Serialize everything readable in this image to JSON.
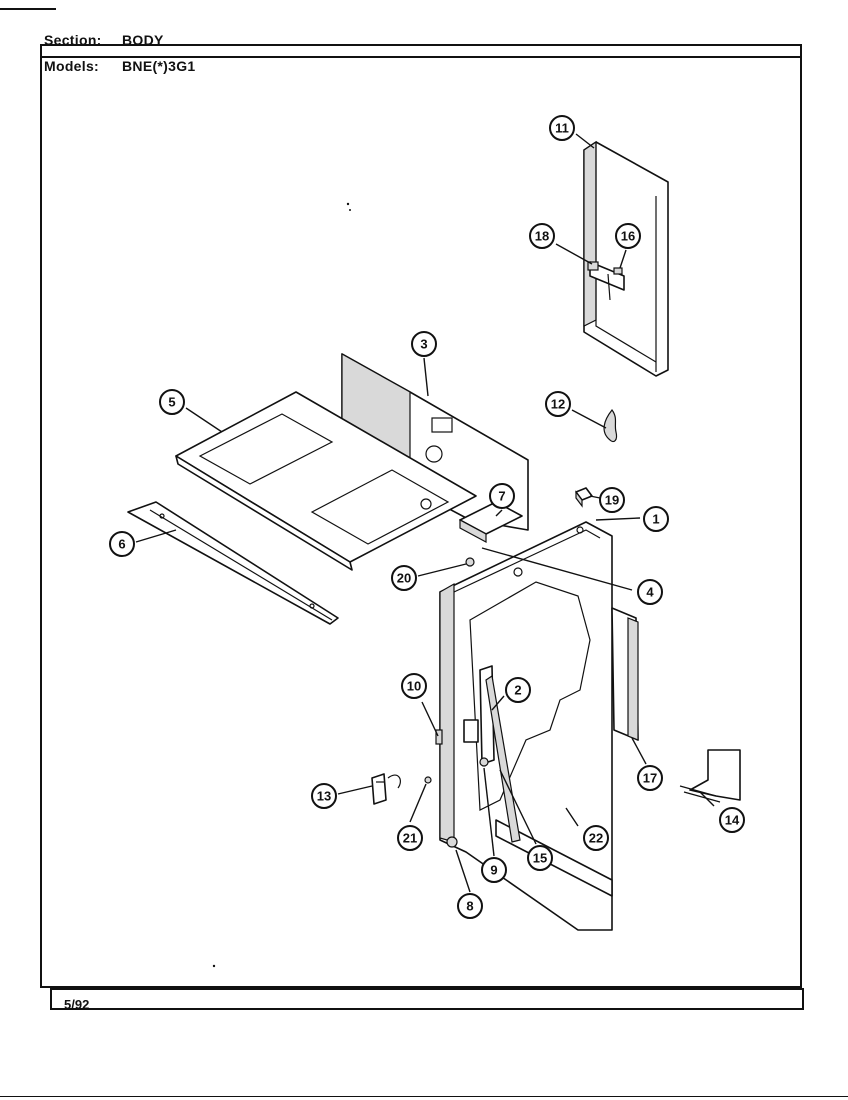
{
  "header": {
    "section_label": "Section:",
    "section_value": "BODY",
    "models_label": "Models:",
    "models_value": "BNE(*)3G1"
  },
  "footer": {
    "date": "5/92"
  },
  "callouts": {
    "c1": "1",
    "c2": "2",
    "c3": "3",
    "c4": "4",
    "c5": "5",
    "c6": "6",
    "c7": "7",
    "c8": "8",
    "c9": "9",
    "c10": "10",
    "c11": "11",
    "c12": "12",
    "c13": "13",
    "c14": "14",
    "c15": "15",
    "c16": "16",
    "c17": "17",
    "c18": "18",
    "c19": "19",
    "c20": "20",
    "c21": "21",
    "c22": "22"
  }
}
